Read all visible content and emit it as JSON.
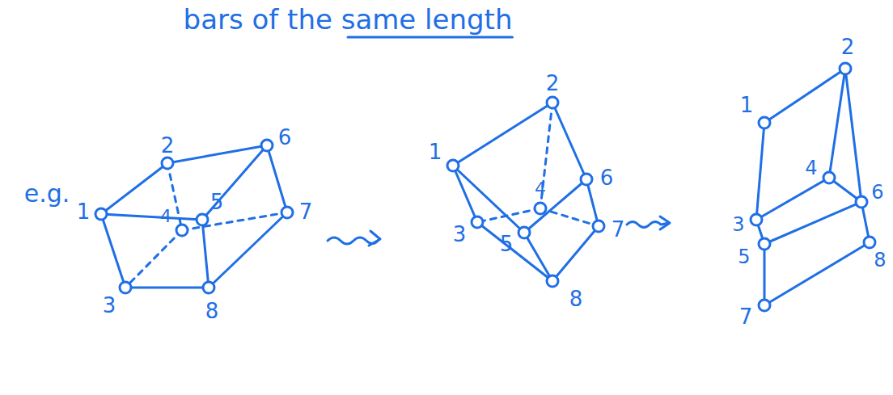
{
  "diagram": {
    "labels": [
      "bars of the same length",
      "e.g.",
      "2",
      "6",
      "1",
      "5",
      "4",
      "7",
      "3",
      "8",
      "2",
      "1",
      "6",
      "4",
      "3",
      "5",
      "7",
      "8",
      "2",
      "1",
      "4",
      "6",
      "3",
      "5",
      "8",
      "7"
    ]
  }
}
